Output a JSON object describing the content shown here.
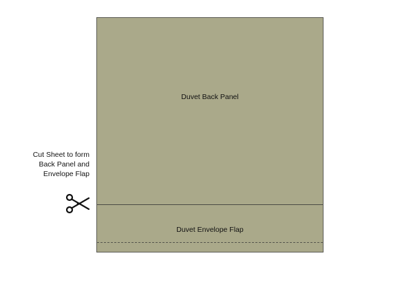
{
  "diagram": {
    "back_panel_label": "Duvet Back Panel",
    "flap_label": "Duvet Envelope Flap",
    "cut_instruction": {
      "line1": "Cut Sheet to form",
      "line2": "Back Panel and",
      "line3": "Envelope Flap"
    },
    "icons": {
      "cut_marker": "scissors-icon"
    },
    "colors": {
      "sheet_fill": "#aaa98a",
      "outline": "#5b5b55"
    }
  }
}
